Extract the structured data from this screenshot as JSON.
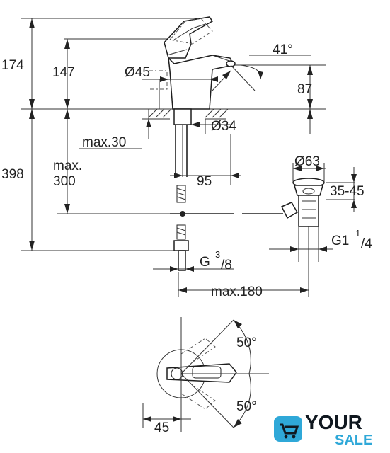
{
  "dimensions": {
    "overall_height": "174",
    "spout_height": "147",
    "lever_diameter": "Ø45",
    "spout_angle": "41°",
    "spout_outlet_height": "87",
    "base_diameter": "Ø34",
    "max_thickness": "max.30",
    "total_height": "398",
    "max_label": "max.",
    "max_value": "300",
    "projection": "95",
    "waste_diameter": "Ø63",
    "waste_range": "35-45",
    "thread_waste": "G1",
    "thread_waste_frac_num": "1",
    "thread_waste_frac_den": "/4",
    "thread_supply": "G",
    "thread_supply_frac_num": "3",
    "thread_supply_frac_den": "/8",
    "max_reach": "max.180",
    "lever_angle_top": "50°",
    "lever_angle_bottom": "50°",
    "lever_offset": "45"
  },
  "logo": {
    "word_top": "YOUR",
    "word_bottom": "SALE",
    "icon": "shopping-cart-icon",
    "color_dark": "#101820",
    "color_accent": "#2fa8d8"
  }
}
